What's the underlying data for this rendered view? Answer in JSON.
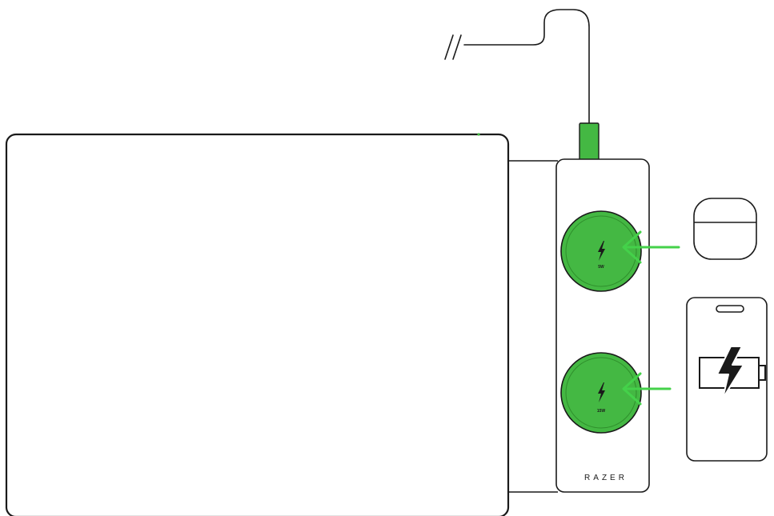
{
  "brand": {
    "logo_text": "RAZER"
  },
  "charging_pads": [
    {
      "id": "top",
      "wattage": "5W",
      "target_device": "earbuds-case"
    },
    {
      "id": "bottom",
      "wattage": "15W",
      "target_device": "smartphone"
    }
  ],
  "colors": {
    "accent": "#44b843",
    "accent_dark": "#2f8f2c",
    "arrow": "#44d14a",
    "outline": "#1a1a1a"
  },
  "icons": [
    "lightning-bolt-icon",
    "battery-charging-icon",
    "usb-plug-icon",
    "earbuds-case-icon",
    "phone-icon"
  ]
}
